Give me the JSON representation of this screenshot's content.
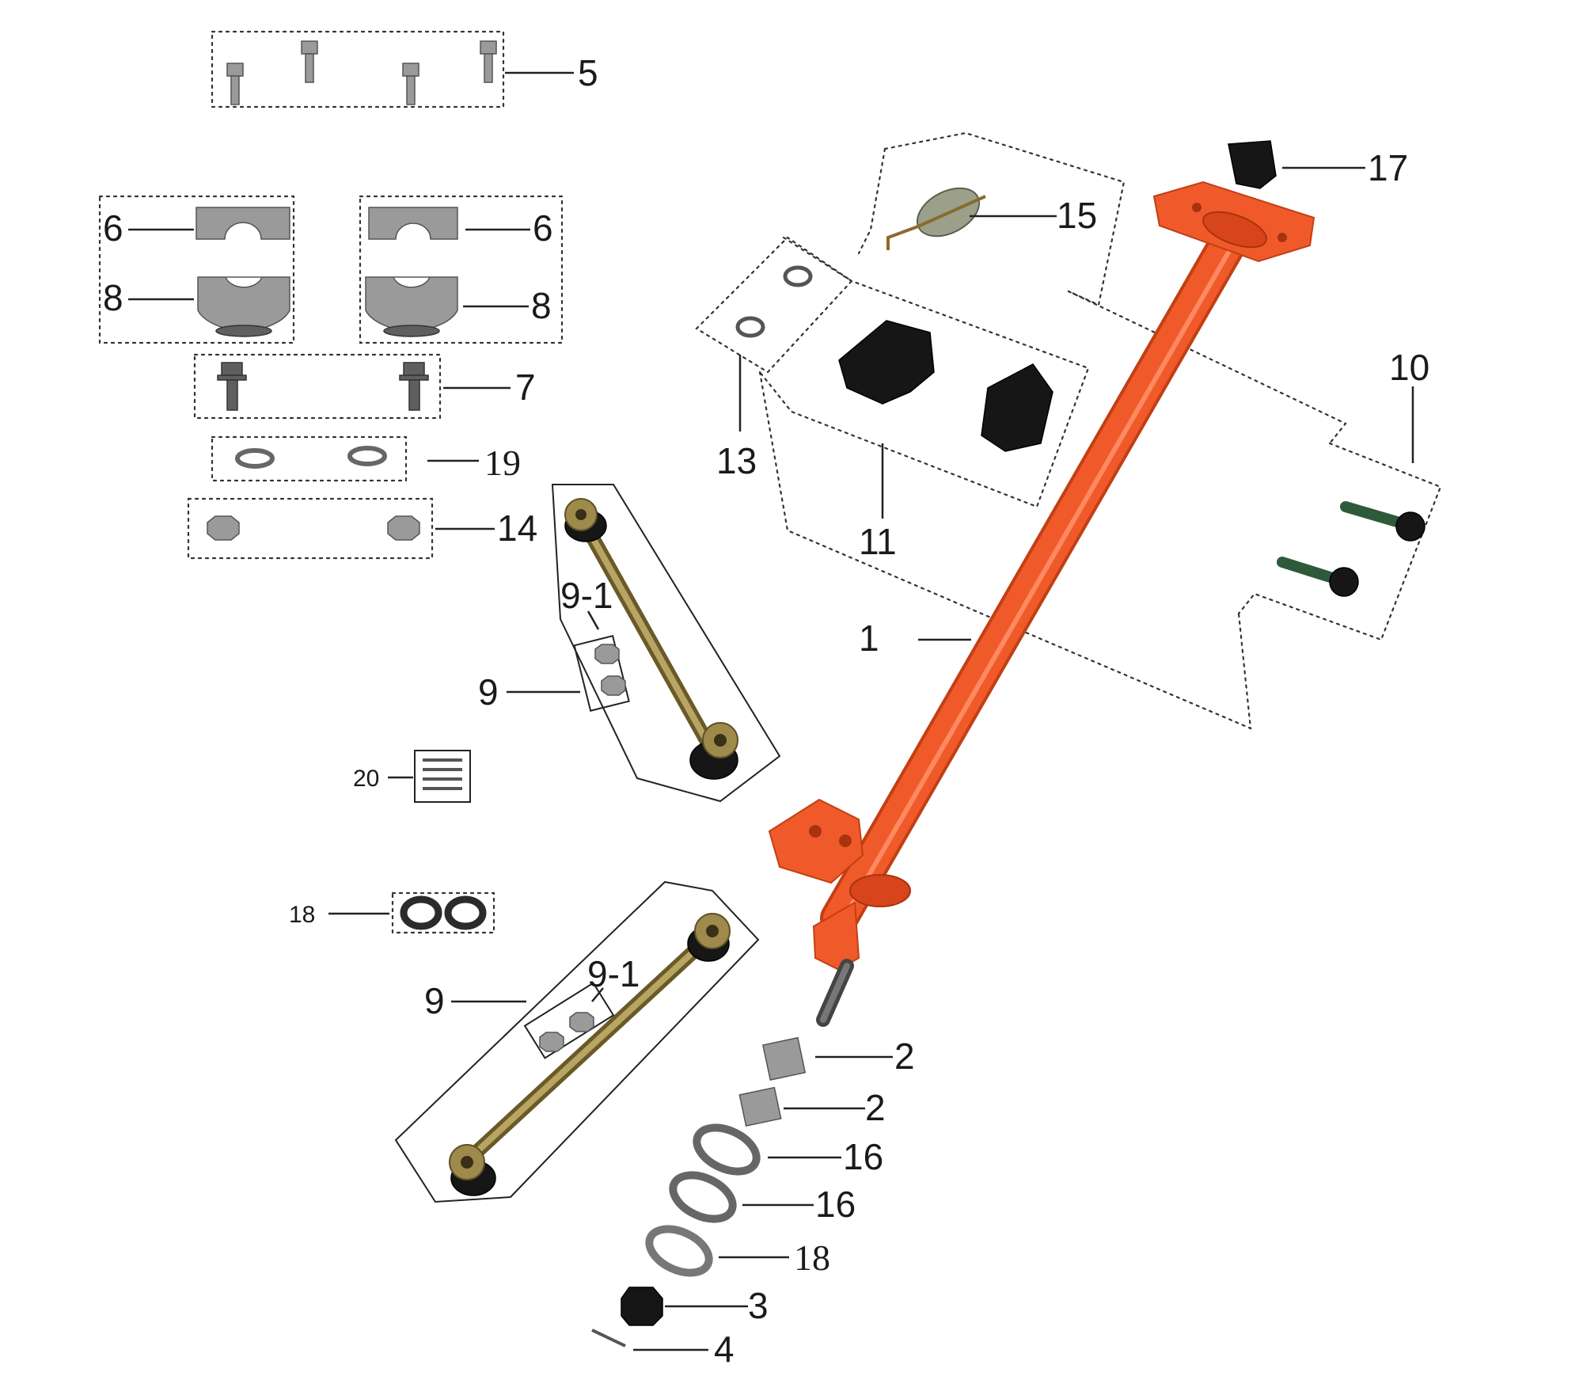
{
  "callouts": {
    "c1": "1",
    "c2a": "2",
    "c2b": "2",
    "c3": "3",
    "c4": "4",
    "c5": "5",
    "c6a": "6",
    "c6b": "6",
    "c7": "7",
    "c8a": "8",
    "c8b": "8",
    "c9a": "9",
    "c9b": "9",
    "c91a": "9-1",
    "c91b": "9-1",
    "c10": "10",
    "c11": "11",
    "c13": "13",
    "c14": "14",
    "c15": "15",
    "c16a": "16",
    "c16b": "16",
    "c17": "17",
    "c18a": "18",
    "c18b": "18",
    "c19": "19",
    "c20": "20"
  },
  "colors": {
    "steering_column": "#f05a2a",
    "tie_rod": "#9e8a4a",
    "bushing": "#161616",
    "clamp": "#9a9a9a"
  }
}
